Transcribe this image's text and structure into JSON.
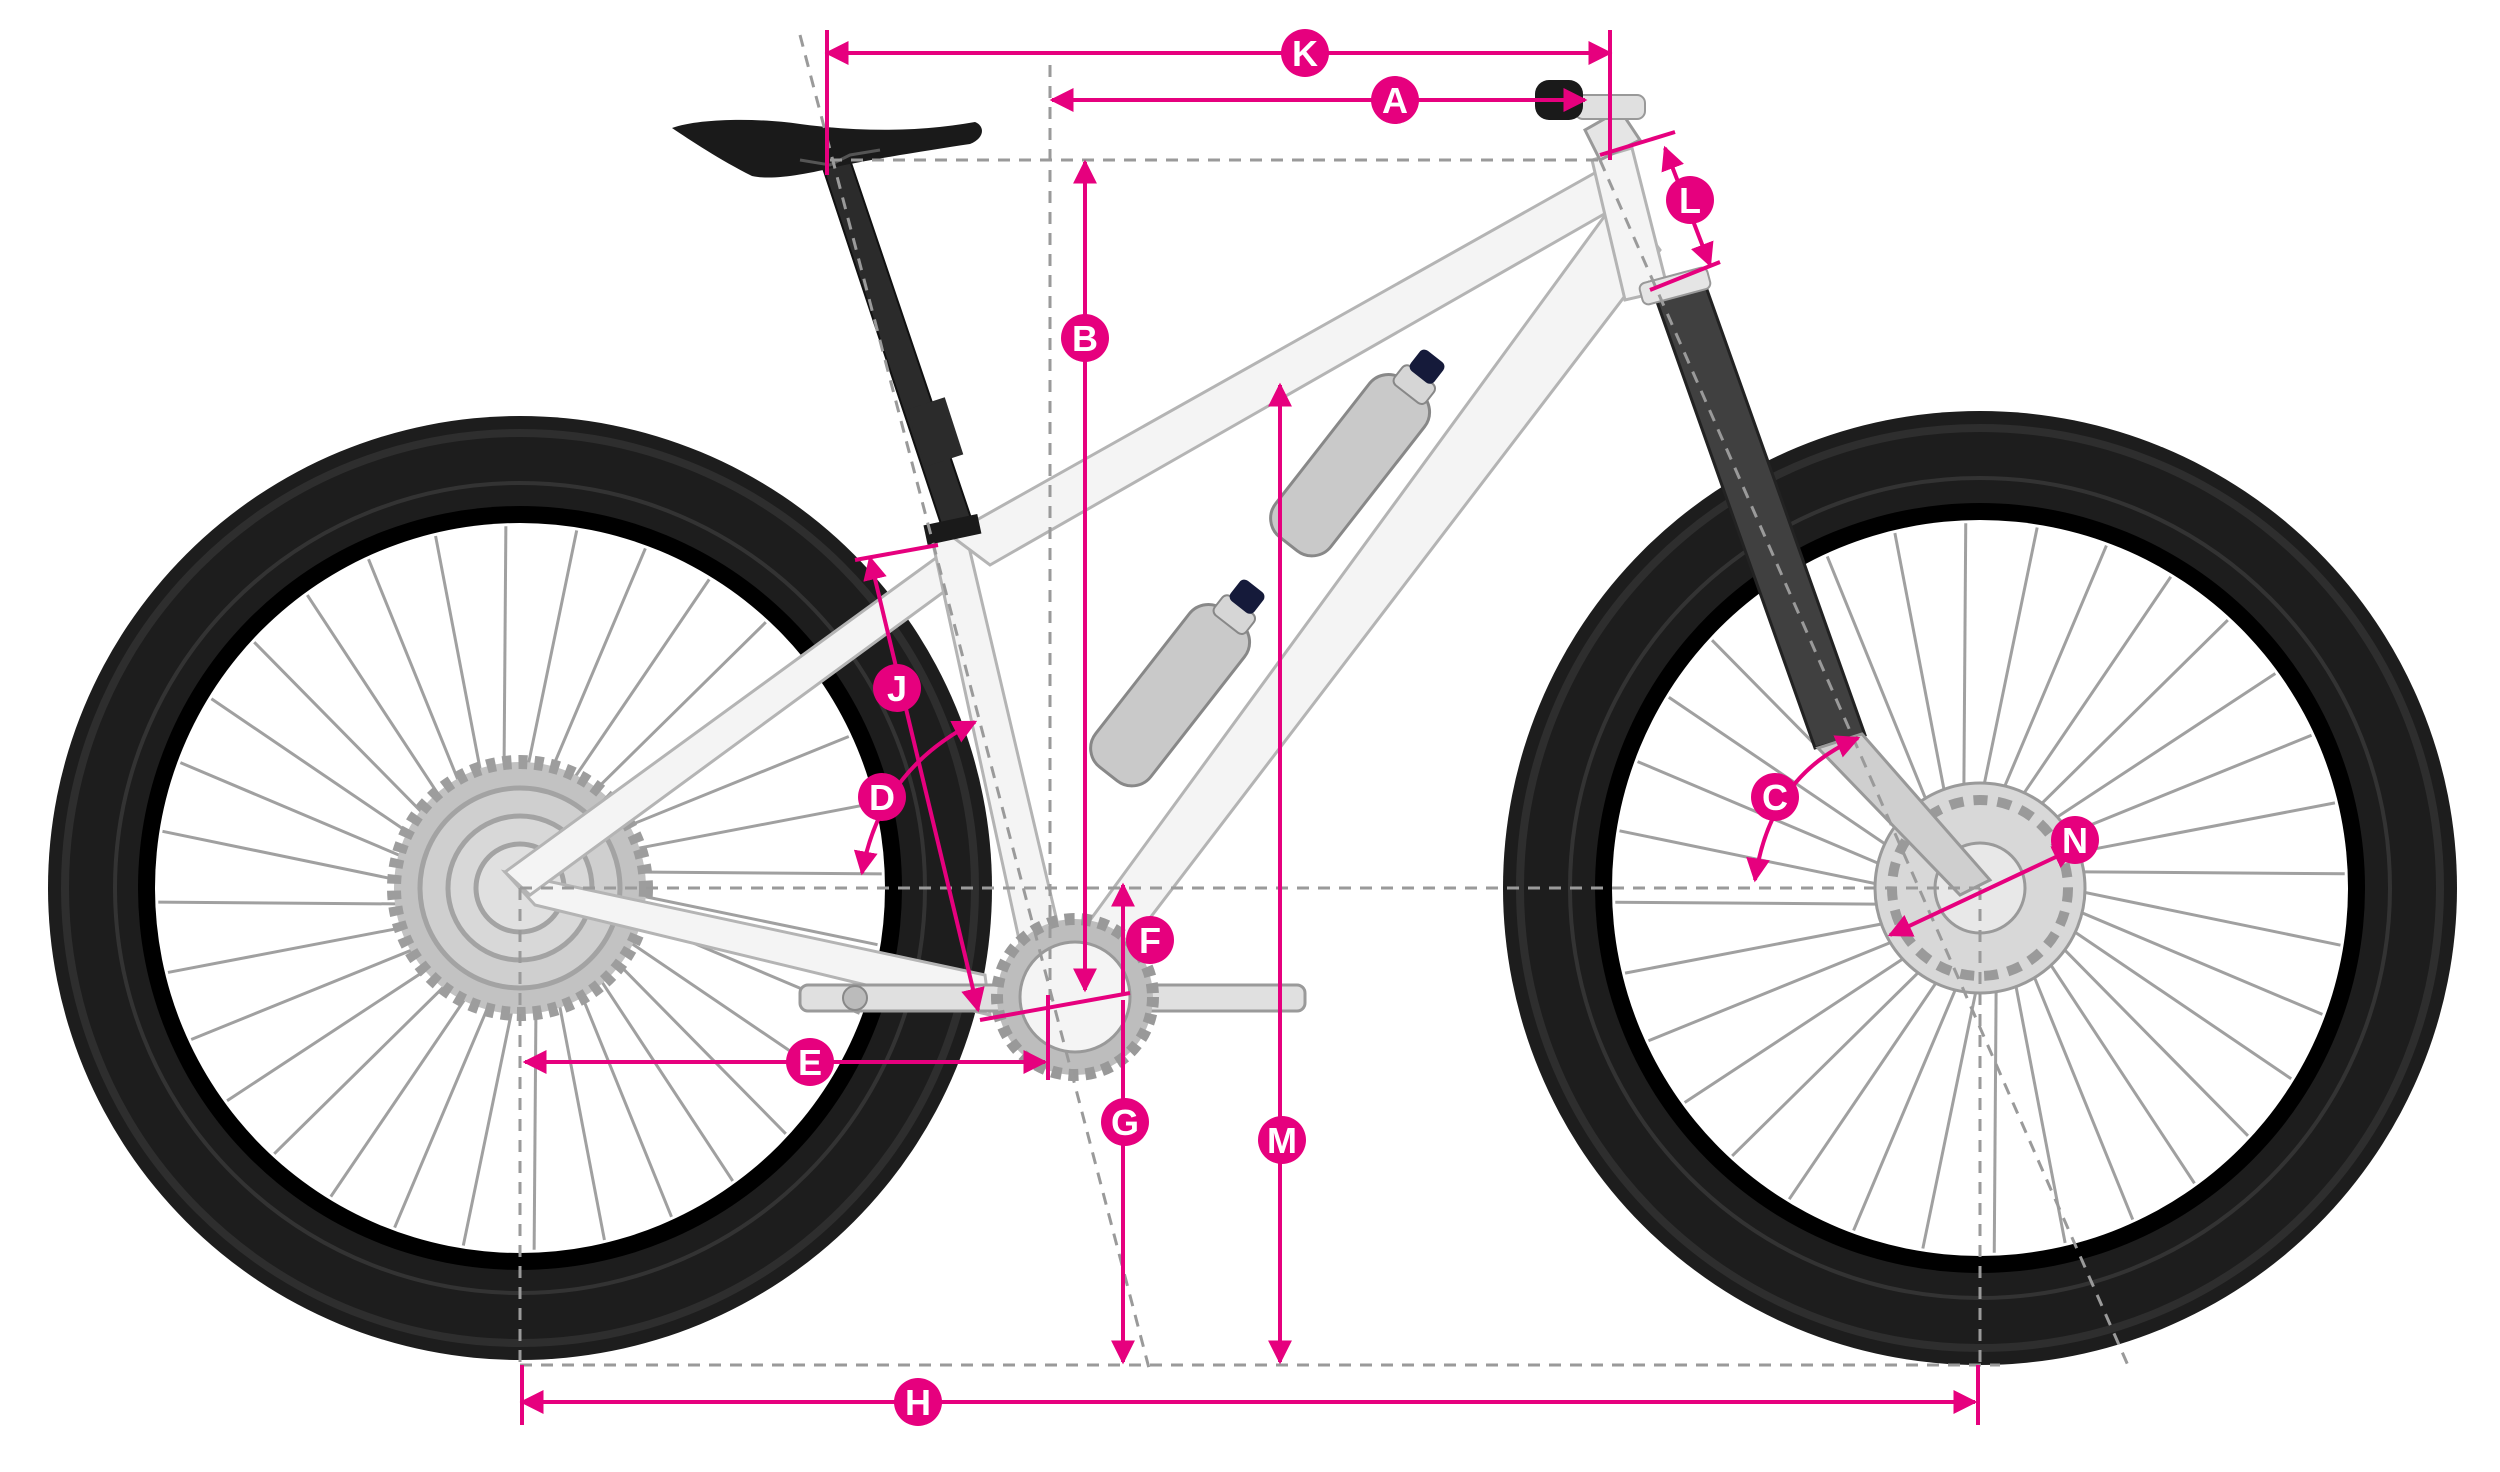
{
  "diagram": {
    "type": "bicycle-geometry",
    "accent_color": "#e6007e",
    "guide_color": "#9a9a9a",
    "tire_color": "#141414",
    "frame_color": "#f4f4f4",
    "labels": {
      "A": "A",
      "B": "B",
      "C": "C",
      "D": "D",
      "E": "E",
      "F": "F",
      "G": "G",
      "H": "H",
      "J": "J",
      "K": "K",
      "L": "L",
      "M": "M",
      "N": "N"
    }
  }
}
